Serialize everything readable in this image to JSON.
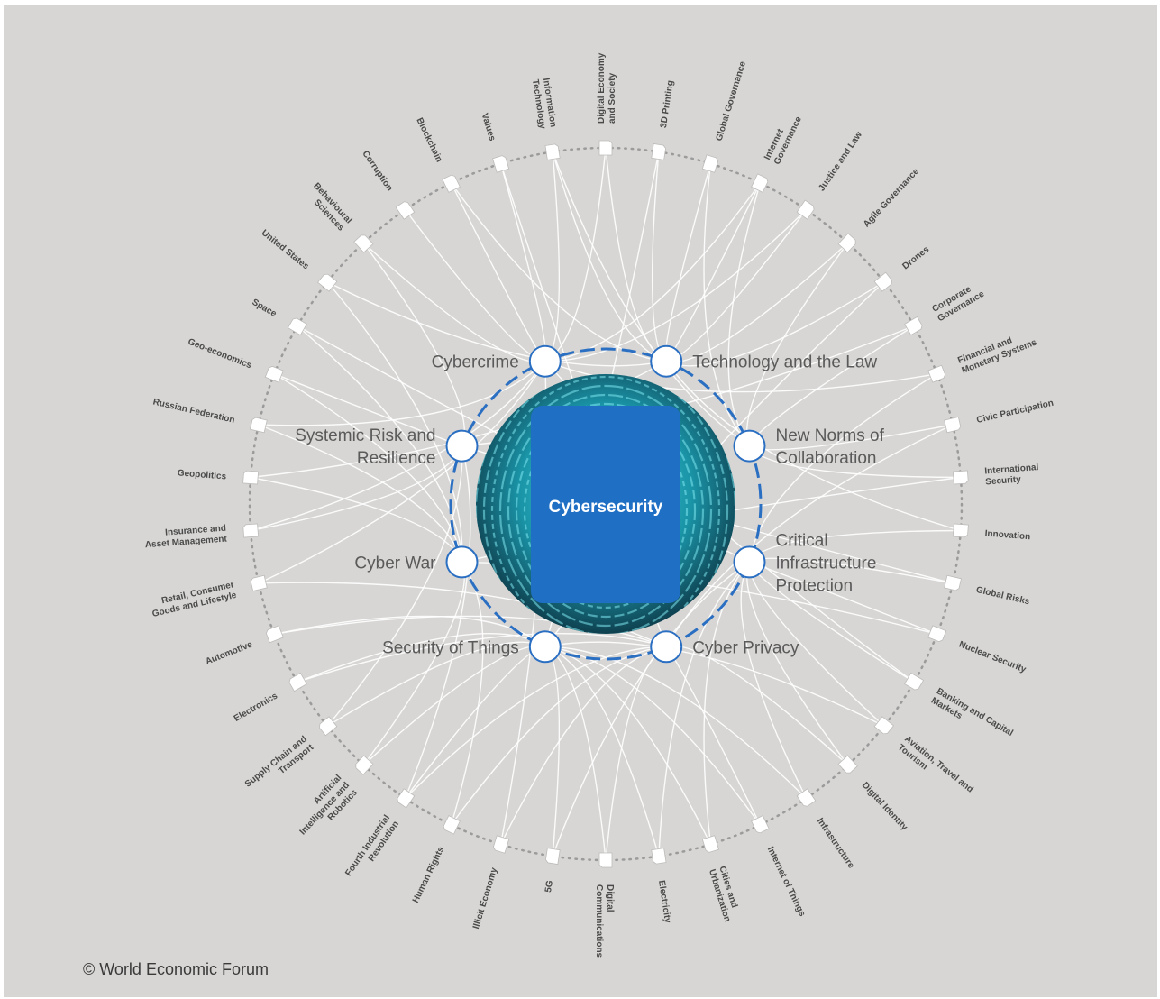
{
  "hub": {
    "label": "Cybersecurity"
  },
  "colors": {
    "background": "#d7d6d4",
    "connector": "#ffffff",
    "dotted_ring": "#9b9b9b",
    "dashed_ring": "#2b6fc2",
    "hub_panel": "#1f6fc4",
    "hub_image": "#1aa7b8"
  },
  "sub_topics": [
    {
      "id": "cybercrime",
      "label_lines": [
        "Cybercrime"
      ]
    },
    {
      "id": "technology-and-the-law",
      "label_lines": [
        "Technology and the Law"
      ]
    },
    {
      "id": "new-norms-of-collaboration",
      "label_lines": [
        "New Norms of",
        "Collaboration"
      ]
    },
    {
      "id": "critical-infrastructure-protection",
      "label_lines": [
        "Critical",
        "Infrastructure",
        "Protection"
      ]
    },
    {
      "id": "cyber-privacy",
      "label_lines": [
        "Cyber Privacy"
      ]
    },
    {
      "id": "security-of-things",
      "label_lines": [
        "Security of Things"
      ]
    },
    {
      "id": "cyber-war",
      "label_lines": [
        "Cyber War"
      ]
    },
    {
      "id": "systemic-risk-and-resilience",
      "label_lines": [
        "Systemic Risk and",
        "Resilience"
      ]
    }
  ],
  "topics": [
    {
      "id": "digital-economy-and-society",
      "label_lines": [
        "Digital Economy",
        "and Society"
      ],
      "links": [
        "cybercrime",
        "technology-and-the-law"
      ]
    },
    {
      "id": "3d-printing",
      "label_lines": [
        "3D Printing"
      ],
      "links": [
        "technology-and-the-law",
        "security-of-things"
      ]
    },
    {
      "id": "global-governance",
      "label_lines": [
        "Global Governance"
      ],
      "links": [
        "technology-and-the-law",
        "new-norms-of-collaboration"
      ]
    },
    {
      "id": "internet-governance",
      "label_lines": [
        "Internet",
        "Governance"
      ],
      "links": [
        "technology-and-the-law",
        "cybercrime",
        "new-norms-of-collaboration"
      ]
    },
    {
      "id": "justice-and-law",
      "label_lines": [
        "Justice and Law"
      ],
      "links": [
        "technology-and-the-law",
        "cybercrime"
      ]
    },
    {
      "id": "agile-governance",
      "label_lines": [
        "Agile Governance"
      ],
      "links": [
        "technology-and-the-law",
        "new-norms-of-collaboration"
      ]
    },
    {
      "id": "drones",
      "label_lines": [
        "Drones"
      ],
      "links": [
        "security-of-things",
        "technology-and-the-law"
      ]
    },
    {
      "id": "corporate-governance",
      "label_lines": [
        "Corporate",
        "Governance"
      ],
      "links": [
        "new-norms-of-collaboration",
        "systemic-risk-and-resilience"
      ]
    },
    {
      "id": "financial-and-monetary-systems",
      "label_lines": [
        "Financial and",
        "Monetary Systems"
      ],
      "links": [
        "cybercrime",
        "critical-infrastructure-protection"
      ]
    },
    {
      "id": "civic-participation",
      "label_lines": [
        "Civic Participation"
      ],
      "links": [
        "new-norms-of-collaboration",
        "cyber-privacy"
      ]
    },
    {
      "id": "international-security",
      "label_lines": [
        "International",
        "Security"
      ],
      "links": [
        "cyber-war",
        "new-norms-of-collaboration"
      ]
    },
    {
      "id": "innovation",
      "label_lines": [
        "Innovation"
      ],
      "links": [
        "critical-infrastructure-protection",
        "technology-and-the-law"
      ]
    },
    {
      "id": "global-risks",
      "label_lines": [
        "Global Risks"
      ],
      "links": [
        "critical-infrastructure-protection",
        "systemic-risk-and-resilience"
      ]
    },
    {
      "id": "nuclear-security",
      "label_lines": [
        "Nuclear Security"
      ],
      "links": [
        "critical-infrastructure-protection",
        "cyber-war"
      ]
    },
    {
      "id": "banking-and-capital-markets",
      "label_lines": [
        "Banking and Capital",
        "Markets"
      ],
      "links": [
        "critical-infrastructure-protection",
        "cybercrime"
      ]
    },
    {
      "id": "aviation-travel-and-tourism",
      "label_lines": [
        "Aviation, Travel and",
        "Tourism"
      ],
      "links": [
        "critical-infrastructure-protection",
        "security-of-things"
      ]
    },
    {
      "id": "digital-identity",
      "label_lines": [
        "Digital Identity"
      ],
      "links": [
        "cyber-privacy",
        "critical-infrastructure-protection"
      ]
    },
    {
      "id": "infrastructure",
      "label_lines": [
        "Infrastructure"
      ],
      "links": [
        "critical-infrastructure-protection",
        "security-of-things"
      ]
    },
    {
      "id": "internet-of-things",
      "label_lines": [
        "Internet of Things"
      ],
      "links": [
        "security-of-things",
        "cyber-privacy"
      ]
    },
    {
      "id": "cities-and-urbanization",
      "label_lines": [
        "Cities and",
        "Urbanization"
      ],
      "links": [
        "security-of-things",
        "critical-infrastructure-protection"
      ]
    },
    {
      "id": "electricity",
      "label_lines": [
        "Electricity"
      ],
      "links": [
        "critical-infrastructure-protection",
        "security-of-things"
      ]
    },
    {
      "id": "digital-communications",
      "label_lines": [
        "Digital",
        "Communications"
      ],
      "links": [
        "cyber-privacy",
        "security-of-things"
      ]
    },
    {
      "id": "5g",
      "label_lines": [
        "5G"
      ],
      "links": [
        "security-of-things",
        "critical-infrastructure-protection"
      ]
    },
    {
      "id": "illicit-economy",
      "label_lines": [
        "Illicit Economy"
      ],
      "links": [
        "cybercrime",
        "cyber-privacy"
      ]
    },
    {
      "id": "human-rights",
      "label_lines": [
        "Human Rights"
      ],
      "links": [
        "cyber-privacy",
        "cyber-war"
      ]
    },
    {
      "id": "fourth-industrial-revolution",
      "label_lines": [
        "Fourth Industrial",
        "Revolution"
      ],
      "links": [
        "security-of-things",
        "cyber-privacy",
        "systemic-risk-and-resilience"
      ]
    },
    {
      "id": "artificial-intelligence-and-robotics",
      "label_lines": [
        "Artificial",
        "Intelligence and",
        "Robotics"
      ],
      "links": [
        "security-of-things",
        "cyber-war"
      ]
    },
    {
      "id": "supply-chain-and-transport",
      "label_lines": [
        "Supply Chain and",
        "Transport"
      ],
      "links": [
        "security-of-things",
        "systemic-risk-and-resilience"
      ]
    },
    {
      "id": "electronics",
      "label_lines": [
        "Electronics"
      ],
      "links": [
        "security-of-things",
        "cyber-privacy"
      ]
    },
    {
      "id": "automotive",
      "label_lines": [
        "Automotive"
      ],
      "links": [
        "security-of-things",
        "cyber-privacy"
      ]
    },
    {
      "id": "retail-consumer-goods-and-lifestyle",
      "label_lines": [
        "Retail, Consumer",
        "Goods and Lifestyle"
      ],
      "links": [
        "cyber-privacy",
        "cybercrime"
      ]
    },
    {
      "id": "insurance-and-asset-management",
      "label_lines": [
        "Insurance and",
        "Asset Management"
      ],
      "links": [
        "systemic-risk-and-resilience",
        "cybercrime"
      ]
    },
    {
      "id": "geopolitics",
      "label_lines": [
        "Geopolitics"
      ],
      "links": [
        "cyber-war",
        "technology-and-the-law"
      ]
    },
    {
      "id": "russian-federation",
      "label_lines": [
        "Russian Federation"
      ],
      "links": [
        "cyber-war",
        "cybercrime"
      ]
    },
    {
      "id": "geo-economics",
      "label_lines": [
        "Geo-economics"
      ],
      "links": [
        "cyber-war",
        "systemic-risk-and-resilience"
      ]
    },
    {
      "id": "space",
      "label_lines": [
        "Space"
      ],
      "links": [
        "cyber-war",
        "critical-infrastructure-protection"
      ]
    },
    {
      "id": "united-states",
      "label_lines": [
        "United States"
      ],
      "links": [
        "cyber-war",
        "technology-and-the-law"
      ]
    },
    {
      "id": "behavioural-sciences",
      "label_lines": [
        "Behavioural",
        "Sciences"
      ],
      "links": [
        "cybercrime",
        "systemic-risk-and-resilience"
      ]
    },
    {
      "id": "corruption",
      "label_lines": [
        "Corruption"
      ],
      "links": [
        "cybercrime"
      ]
    },
    {
      "id": "blockchain",
      "label_lines": [
        "Blockchain"
      ],
      "links": [
        "cybercrime",
        "technology-and-the-law"
      ]
    },
    {
      "id": "values",
      "label_lines": [
        "Values"
      ],
      "links": [
        "cybercrime",
        "cyber-privacy"
      ]
    },
    {
      "id": "information-technology",
      "label_lines": [
        "Information",
        "Technology"
      ],
      "links": [
        "cybercrime",
        "technology-and-the-law",
        "new-norms-of-collaboration"
      ]
    }
  ],
  "footer": {
    "copyright": "© World Economic Forum"
  }
}
